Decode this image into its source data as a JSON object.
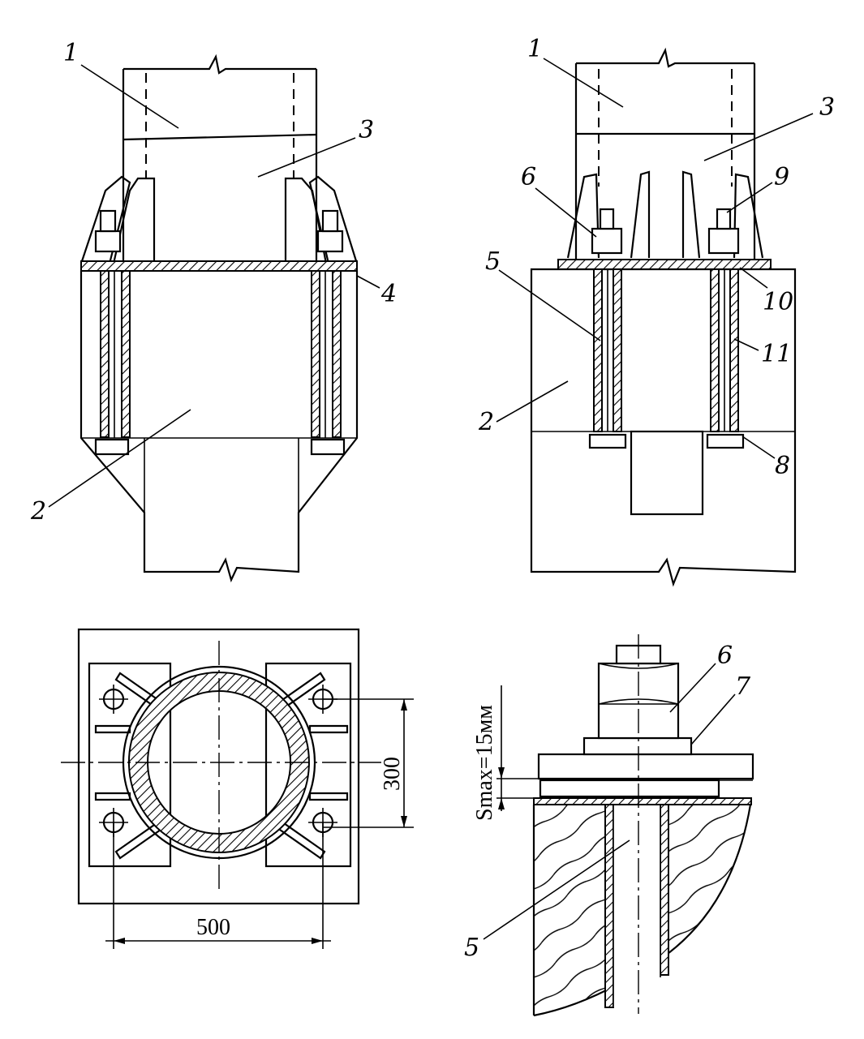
{
  "views": {
    "front_left": {
      "callouts": [
        "1",
        "2",
        "3",
        "4"
      ]
    },
    "front_right": {
      "callouts": [
        "1",
        "2",
        "3",
        "5",
        "6",
        "8",
        "9",
        "10",
        "11"
      ]
    },
    "plan": {
      "dim_horizontal": "500",
      "dim_vertical": "300"
    },
    "detail": {
      "gap_label": "Smax=15мм",
      "callouts": [
        "5",
        "6",
        "7"
      ]
    }
  }
}
